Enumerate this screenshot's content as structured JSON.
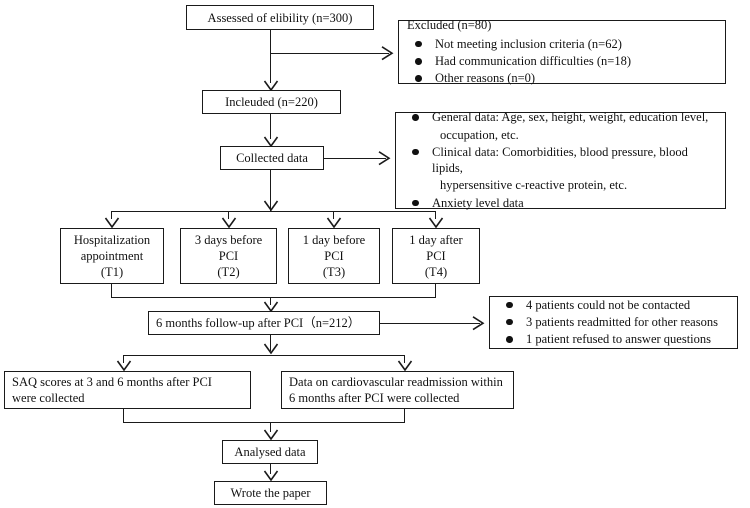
{
  "diagram": {
    "title": "PCI study participant flow diagram",
    "line_color": "#1a1a1a",
    "background": "#ffffff"
  },
  "nodes": {
    "assessed": {
      "text": "Assessed of elibility (n=300)"
    },
    "excluded": {
      "header": "Excluded (n=80)",
      "items": [
        "Not meeting inclusion criteria (n=62)",
        "Had communication difficulties (n=18)",
        "Other reasons (n=0)"
      ]
    },
    "included": {
      "text": "Incleuded (n=220)"
    },
    "collected": {
      "text": "Collected data"
    },
    "collected_detail": {
      "items": [
        "General data: Age, sex, height, weight, education level,",
        "occupation, etc.",
        "Clinical data: Comorbidities, blood pressure, blood lipids,",
        "hypersensitive c-reactive protein, etc.",
        "Anxiety level data"
      ],
      "bulleted": [
        true,
        false,
        true,
        false,
        true
      ]
    },
    "t1": {
      "lines": [
        "Hospitalization",
        "appointment",
        "(T1)"
      ]
    },
    "t2": {
      "lines": [
        "3 days before",
        "PCI",
        "(T2)"
      ]
    },
    "t3": {
      "lines": [
        "1 day before",
        "PCI",
        "(T3)"
      ]
    },
    "t4": {
      "lines": [
        "1 day after",
        "PCI",
        "(T4)"
      ]
    },
    "followup": {
      "text": "6 months follow-up after PCI（n=212）"
    },
    "lost": {
      "items": [
        "4 patients could not be contacted",
        "3 patients readmitted for other reasons",
        "1 patient refused to answer questions"
      ]
    },
    "saq": {
      "lines": [
        "SAQ scores at 3 and 6 months after PCI",
        "were collected"
      ]
    },
    "readmission": {
      "lines": [
        "Data on cardiovascular readmission within",
        "6 months after PCI were collected"
      ]
    },
    "analysed": {
      "text": "Analysed data"
    },
    "wrote": {
      "text": "Wrote the paper"
    }
  }
}
